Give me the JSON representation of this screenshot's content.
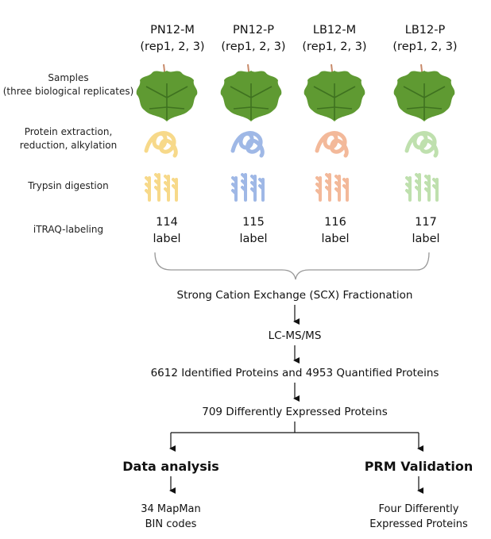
{
  "samples": [
    {
      "name": "PN12-M",
      "reps": "(rep1, 2, 3)",
      "label_num": "114",
      "label_word": "label",
      "color": "#f7d98a"
    },
    {
      "name": "PN12-P",
      "reps": "(rep1, 2, 3)",
      "label_num": "115",
      "label_word": "label",
      "color": "#9fb8e6"
    },
    {
      "name": "LB12-M",
      "reps": "(rep1, 2, 3)",
      "label_num": "116",
      "label_word": "label",
      "color": "#f3b99a"
    },
    {
      "name": "LB12-P",
      "reps": "(rep1, 2, 3)",
      "label_num": "117",
      "label_word": "label",
      "color": "#bfe0ae"
    }
  ],
  "rows": {
    "samples_line1": "Samples",
    "samples_line2": "(three biological replicates)",
    "extraction_line1": "Protein extraction,",
    "extraction_line2": "reduction, alkylation",
    "digestion": "Trypsin digestion",
    "labeling": "iTRAQ-labeling"
  },
  "workflow": {
    "scx": "Strong Cation Exchange (SCX) Fractionation",
    "lcms": "LC-MS/MS",
    "identified": "6612 Identified Proteins and 4953 Quantified Proteins",
    "differential": "709 Differently Expressed Proteins"
  },
  "branches": {
    "left_title": "Data analysis",
    "left_result_line1": "34 MapMan",
    "left_result_line2": "BIN codes",
    "right_title": "PRM Validation",
    "right_result_line1": "Four Differently",
    "right_result_line2": "Expressed Proteins"
  },
  "colors": {
    "leaf": "#5f9a32",
    "leaf_dark": "#3f7220",
    "stem": "#c88a6a",
    "arrow": "#111111",
    "brace": "#999999"
  }
}
